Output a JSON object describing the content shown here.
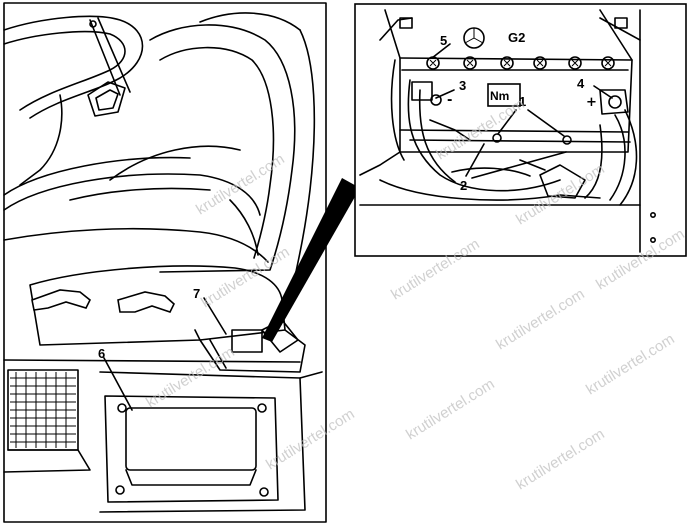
{
  "callouts": {
    "c1": "1",
    "c2": "2",
    "c3": "3",
    "c4": "4",
    "c5": "5",
    "c6": "6",
    "c7": "7"
  },
  "battery": {
    "label": "G2",
    "torque_symbol": "Nm",
    "minus_sign": "-",
    "plus_sign": "+"
  },
  "watermark": {
    "text": "krutilvertel.com"
  },
  "colors": {
    "ink": "#000000",
    "paper": "#ffffff",
    "watermark": "#bdbdbd"
  }
}
